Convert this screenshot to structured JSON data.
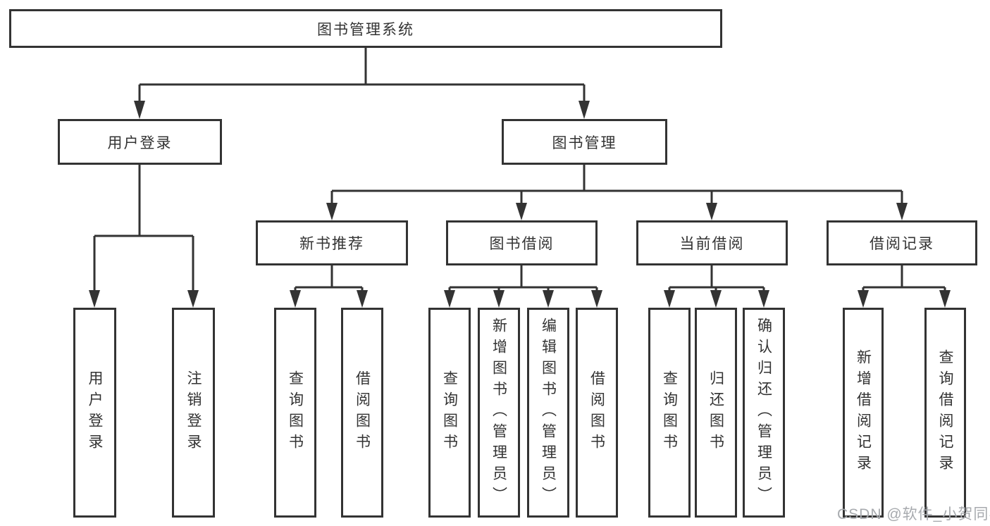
{
  "diagram": {
    "tree": {
      "label": "图书管理系统",
      "children": [
        {
          "label": "用户登录",
          "children": [
            {
              "label": "用户登录"
            },
            {
              "label": "注销登录"
            }
          ]
        },
        {
          "label": "图书管理",
          "children": [
            {
              "label": "新书推荐",
              "children": [
                {
                  "label": "查询图书"
                },
                {
                  "label": "借阅图书"
                }
              ]
            },
            {
              "label": "图书借阅",
              "children": [
                {
                  "label": "查询图书"
                },
                {
                  "label": "新增图书（管理员）"
                },
                {
                  "label": "编辑图书（管理员）"
                },
                {
                  "label": "借阅图书"
                }
              ]
            },
            {
              "label": "当前借阅",
              "children": [
                {
                  "label": "查询图书"
                },
                {
                  "label": "归还图书"
                },
                {
                  "label": "确认归还（管理员）"
                }
              ]
            },
            {
              "label": "借阅记录",
              "children": [
                {
                  "label": "新增借阅记录"
                },
                {
                  "label": "查询借阅记录"
                }
              ]
            }
          ]
        }
      ]
    },
    "colors": {
      "line": "#333333",
      "box_border": "#333333",
      "box_fill": "#ffffff",
      "text": "#333333",
      "watermark": "#a7aaae"
    }
  },
  "watermark": {
    "text": "CSDN @软件_小贺同学"
  }
}
